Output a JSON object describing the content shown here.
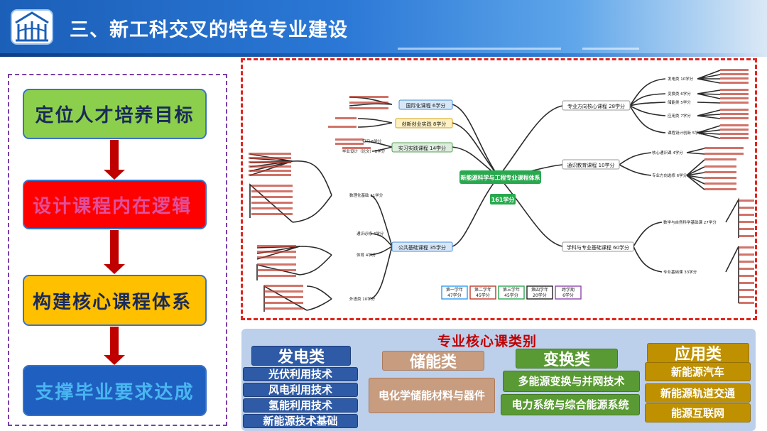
{
  "header": {
    "title": "三、新工科交叉的特色专业建设",
    "logo_icon": "university-seal-icon"
  },
  "steps": [
    {
      "label": "定位人才培养目标"
    },
    {
      "label": "设计课程内在逻辑"
    },
    {
      "label": "构建核心课程体系"
    },
    {
      "label": "支撑毕业要求达成"
    }
  ],
  "mindmap": {
    "center": "新能源科学与工程专业课程体系",
    "total": "161学分",
    "branches": {
      "intl": "国际化课程 6学分",
      "innov": "创新创业实践 8学分",
      "prac": "实习实践课程 14学分",
      "pub": "公共基础课程 35学分",
      "major": "专业方向核心课程 28学分",
      "general": "通识教育课程 10学分",
      "disc": "学科与专业基础课程 60学分"
    },
    "subs": {
      "intern": "实习 6学分",
      "thesis": "毕业设计（论文） 8学分",
      "math": "数理化基础 11学分",
      "gen_req": "通识必修 4学分",
      "pe": "体育 4学分",
      "lang": "外语类 10学分",
      "gen": "发电类 10学分",
      "conv": "变换类 6学分",
      "store": "储能类 5学分",
      "app": "应用类 7学分",
      "design": "课程设计创新 5学分",
      "core_gen": "核心通识课 4学分",
      "prof_elect": "专业方向选修 6学分",
      "math_found": "数学与自然科学基础课 27学分",
      "prof_found": "专业基础课 33学分"
    },
    "years": [
      {
        "label": "第一学年",
        "credits": "47学分"
      },
      {
        "label": "第二学年",
        "credits": "45学分"
      },
      {
        "label": "第三学年",
        "credits": "45学分"
      },
      {
        "label": "第四学年",
        "credits": "20学分"
      },
      {
        "label": "跨学期",
        "credits": "6学分"
      }
    ],
    "colors": {
      "trunk": "#1f1f1f",
      "central": "#2aa84f",
      "year1": "#2a9df4",
      "year2": "#c0392b",
      "year3": "#2aa84f",
      "year4": "#222222",
      "cross": "#8e44ad"
    }
  },
  "core": {
    "title": "专业核心课类别",
    "categories": [
      {
        "name": "发电类",
        "items": [
          "光伏利用技术",
          "风电利用技术",
          "氢能利用技术",
          "新能源技术基础"
        ]
      },
      {
        "name": "储能类",
        "items": [
          "电化学储能材料与器件"
        ]
      },
      {
        "name": "变换类",
        "items": [
          "多能源变换与并网技术",
          "电力系统与综合能源系统"
        ]
      },
      {
        "name": "应用类",
        "items": [
          "新能源汽车",
          "新能源轨道交通",
          "能源互联网"
        ]
      }
    ]
  }
}
